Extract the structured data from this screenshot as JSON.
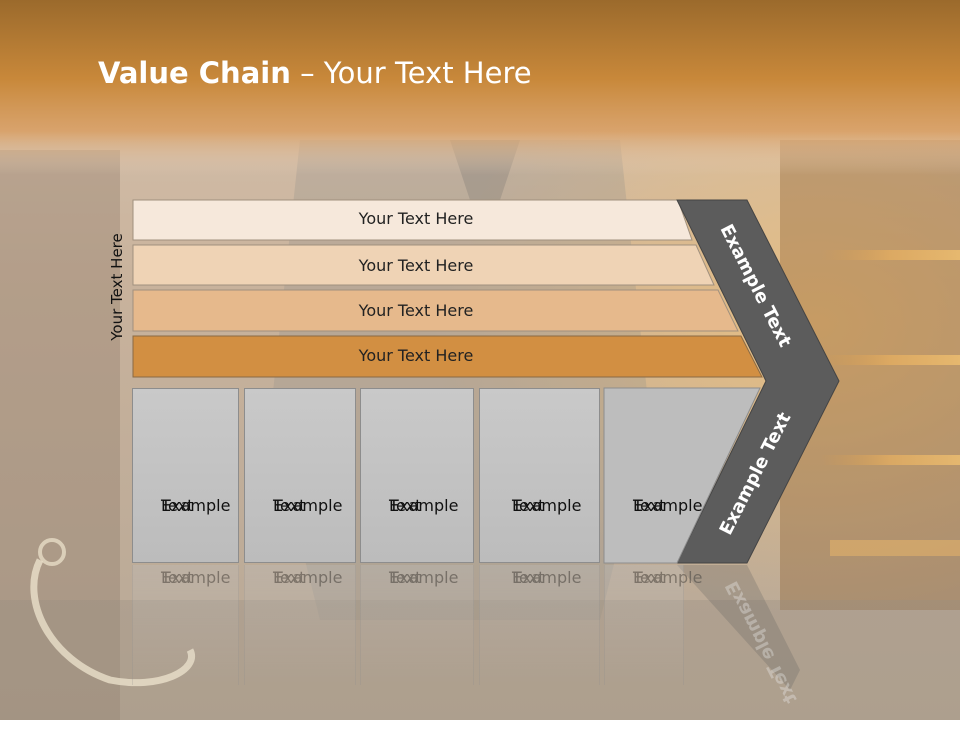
{
  "title": {
    "bold": "Value Chain",
    "rest": " – Your Text Here"
  },
  "vertical_label": "Your Text Here",
  "bands": [
    {
      "label": "Your Text Here",
      "color": "#f6e8db"
    },
    {
      "label": "Your Text Here",
      "color": "#efd3b5"
    },
    {
      "label": "Your Text Here",
      "color": "#e6b98c"
    },
    {
      "label": "Your Text Here",
      "color": "#d28f42"
    }
  ],
  "boxes": [
    {
      "line1": "Example",
      "line2": "Text"
    },
    {
      "line1": "Example",
      "line2": "Text"
    },
    {
      "line1": "Example",
      "line2": "Text"
    },
    {
      "line1": "Example",
      "line2": "Text"
    },
    {
      "line1": "Example",
      "line2": "Text"
    }
  ],
  "chevron": {
    "upper_text": "Example Text",
    "lower_text": "Example Text",
    "color": "#5c5c5c"
  },
  "theme": {
    "header_color": "#c98a3a",
    "accent": "#d28f42"
  }
}
